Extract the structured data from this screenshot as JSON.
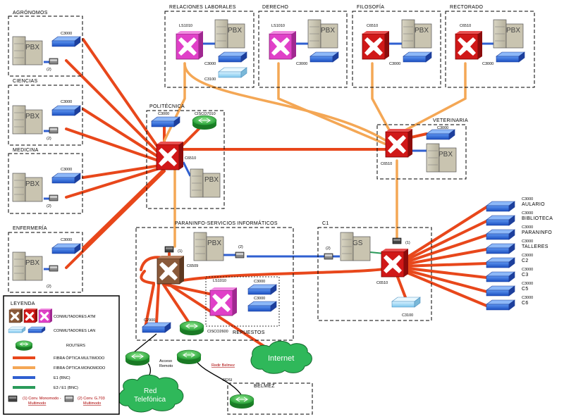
{
  "title_labels": {
    "agronomos": "AGRÓNOMOS",
    "ciencias": "CIENCIAS",
    "medicina": "MEDICINA",
    "enfermeria": "ENFERMERÍA",
    "relaciones": "RELACIONES LABORALES",
    "derecho": "DERECHO",
    "filosofia": "FILOSOFÍA",
    "rectorado": "RECTORADO",
    "politecnica": "POLITÉCNICA",
    "veterinaria": "VETERINARIA",
    "paraninfo": "PARANINFO-SERVICIOS INFORMÁTICOS",
    "c1": "C1",
    "belmez": "BELMEZ",
    "repuestos": "REPUESTOS"
  },
  "devices": {
    "pbx": "PBX",
    "gs": "GS",
    "c3000": "C3000",
    "c6510": "C6510",
    "c6509": "C6509",
    "ls1010": "LS1010",
    "c3100": "C3100",
    "cisco7010": "CISCO7010",
    "cisco2600": "CISCO2600",
    "c2900": "C2900",
    "mark1": "(1)",
    "mark2": "(2)"
  },
  "c1_switches": [
    "AULARIO",
    "BIBLIOTECA",
    "PARANINFO",
    "TALLERES",
    "C2",
    "C3",
    "C5",
    "C6"
  ],
  "clouds": {
    "internet": "Internet",
    "red1": "Red",
    "red2": "Telefónica"
  },
  "misc": {
    "acceso1": "Acceso",
    "acceso2": "Remoto",
    "redir": "Redir Belmez",
    "rdsi": "RDSI"
  },
  "legend": {
    "title": "LEYENDA",
    "atm": "CONMUTADORES ATM",
    "lan": "CONMUTADORES LAN",
    "routers": "ROUTERS",
    "multimodo": "FIBRA ÓPTICA MULTIMODO",
    "monomodo": "FIBRA ÓPTICA MONOMODO",
    "e1": "E1 (BNC)",
    "e3": "E3 / E1 (BNC)",
    "conv1a": "(1) Conv. Monomodo -",
    "conv1b": "Multimodo",
    "conv2a": "(2) Conv. G.703",
    "conv2b": "Multimodo"
  },
  "colors": {
    "fiber_multimode": "#e8471b",
    "fiber_monomode": "#f4a755",
    "e1": "#2f5fd0",
    "e3": "#2a9a5a"
  }
}
